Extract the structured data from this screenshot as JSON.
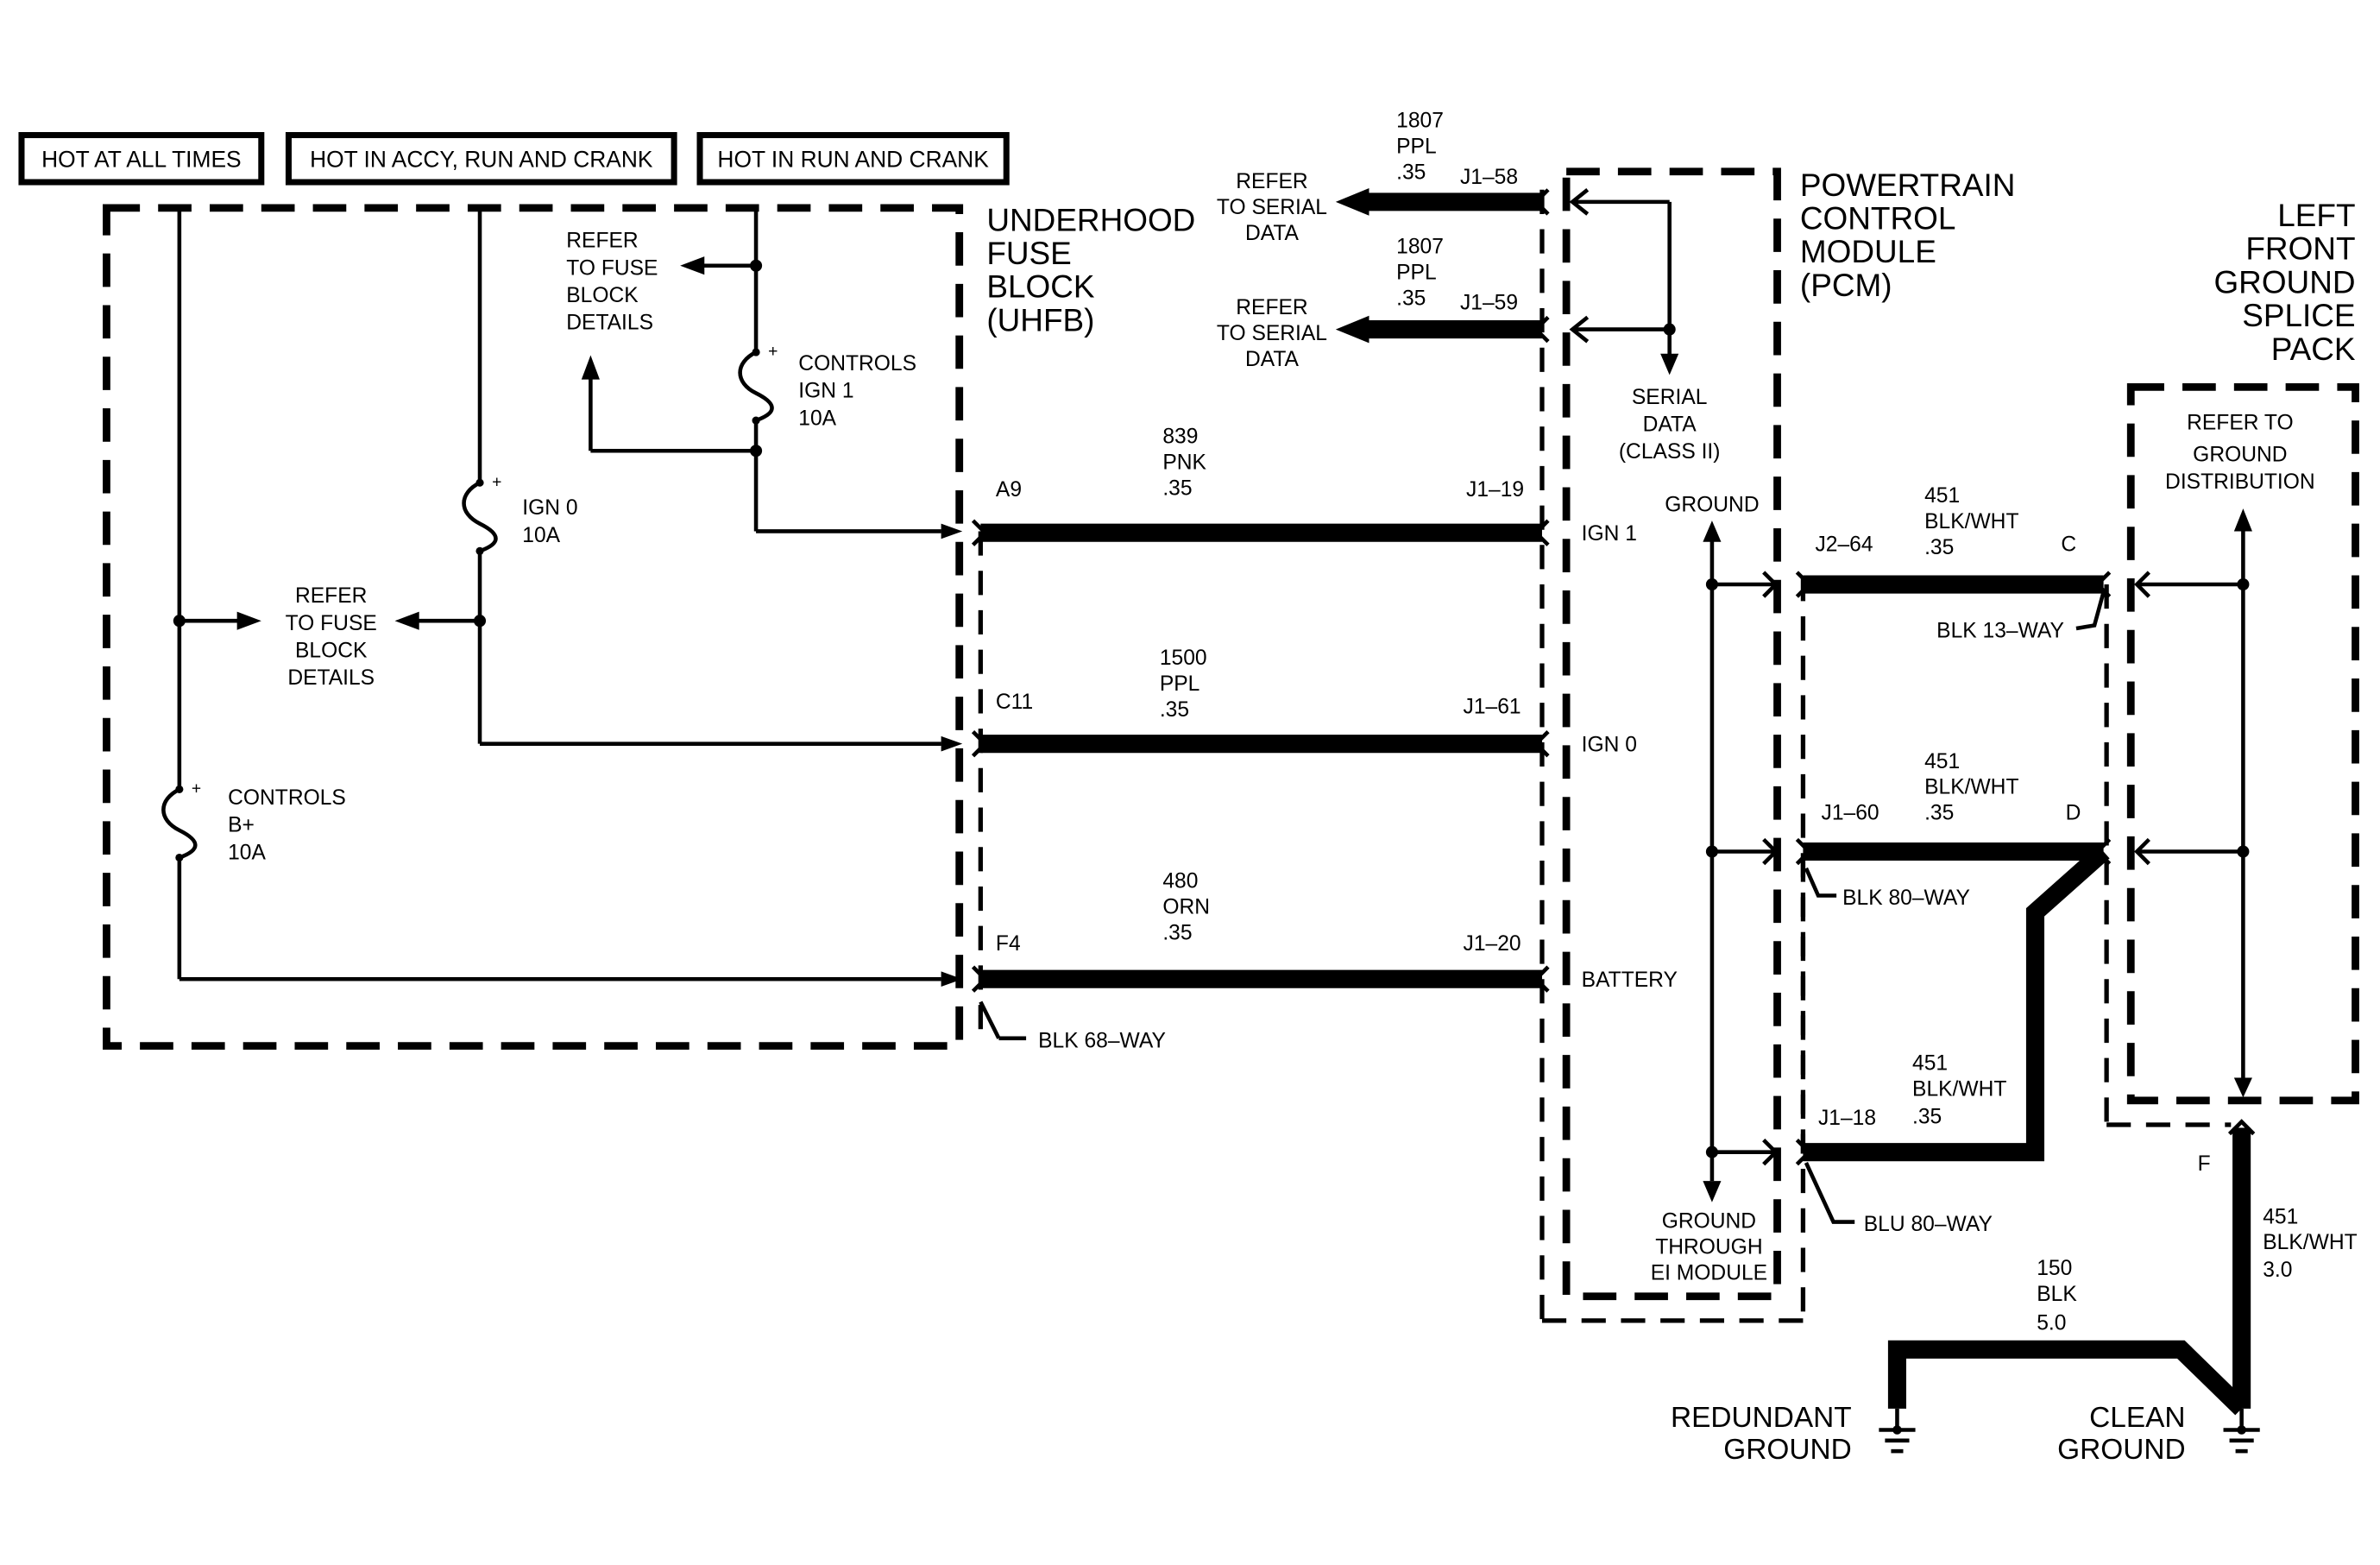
{
  "power_labels": {
    "hot_at_all_times": "HOT AT ALL TIMES",
    "hot_accy": "HOT IN ACCY, RUN AND CRANK",
    "hot_run_crank": "HOT IN RUN AND CRANK"
  },
  "uhfb": {
    "title_line1": "UNDERHOOD",
    "title_line2": "FUSE",
    "title_line3": "BLOCK",
    "title_line4": "(UHFB)",
    "refer_fuse_top": [
      "REFER",
      "TO FUSE",
      "BLOCK",
      "DETAILS"
    ],
    "refer_fuse_mid": [
      "REFER",
      "TO FUSE",
      "BLOCK",
      "DETAILS"
    ],
    "fuse_ign1": [
      "CONTROLS",
      "IGN 1",
      "10A"
    ],
    "fuse_ign0": [
      "IGN 0",
      "10A"
    ],
    "fuse_b": [
      "CONTROLS",
      "B+",
      "10A"
    ],
    "connector": "BLK 68–WAY",
    "pins": {
      "a9": "A9",
      "c11": "C11",
      "f4": "F4"
    }
  },
  "wires": {
    "w839": [
      "839",
      "PNK",
      ".35"
    ],
    "w1500": [
      "1500",
      "PPL",
      ".35"
    ],
    "w480": [
      "480",
      "ORN",
      ".35"
    ],
    "w1807a": [
      "1807",
      "PPL",
      ".35"
    ],
    "w1807b": [
      "1807",
      "PPL",
      ".35"
    ],
    "w451_c": [
      "451",
      "BLK/WHT",
      ".35"
    ],
    "w451_d": [
      "451",
      "BLK/WHT",
      ".35"
    ],
    "w451_j118": [
      "451",
      "BLK/WHT",
      ".35"
    ],
    "w451_f": [
      "451",
      "BLK/WHT",
      "3.0"
    ],
    "w150": [
      "150",
      "BLK",
      "5.0"
    ]
  },
  "serial": {
    "refer_a": [
      "REFER",
      "TO SERIAL",
      "DATA"
    ],
    "refer_b": [
      "REFER",
      "TO SERIAL",
      "DATA"
    ],
    "pin_j158": "J1–58",
    "pin_j159": "J1–59"
  },
  "pcm": {
    "title": [
      "POWERTRAIN",
      "CONTROL",
      "MODULE",
      "(PCM)"
    ],
    "serial_data": [
      "SERIAL",
      "DATA",
      "(CLASS II)"
    ],
    "ground": "GROUND",
    "ign1": "IGN 1",
    "ign0": "IGN 0",
    "battery": "BATTERY",
    "ground_ei": [
      "GROUND",
      "THROUGH",
      "EI MODULE"
    ],
    "pins": {
      "j119": "J1–19",
      "j161": "J1–61",
      "j120": "J1–20",
      "j264": "J2–64",
      "j160": "J1–60",
      "j118": "J1–18"
    },
    "conn_blk80": "BLK 80–WAY",
    "conn_blu80": "BLU 80–WAY"
  },
  "splice": {
    "title": [
      "LEFT",
      "FRONT",
      "GROUND",
      "SPLICE",
      "PACK"
    ],
    "refer": [
      "REFER TO",
      "GROUND",
      "DISTRIBUTION"
    ],
    "pin_c": "C",
    "pin_d": "D",
    "pin_f": "F",
    "conn": "BLK 13–WAY"
  },
  "grounds": {
    "redundant": [
      "REDUNDANT",
      "GROUND"
    ],
    "clean": [
      "CLEAN",
      "GROUND"
    ]
  }
}
